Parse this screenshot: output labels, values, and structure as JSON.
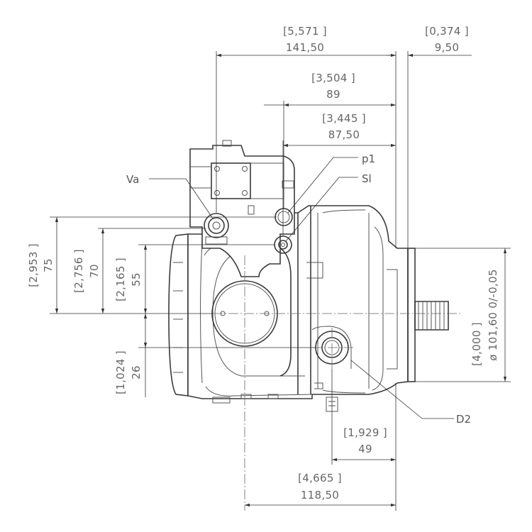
{
  "drawing": {
    "dimensions": {
      "width_overall": {
        "inch": "[5,571 ]",
        "mm": "141,50"
      },
      "flange": {
        "inch": "[0,374 ]",
        "mm": "9,50"
      },
      "port_p1": {
        "inch": "[3,504 ]",
        "mm": "89"
      },
      "port_sl": {
        "inch": "[3,445 ]",
        "mm": "87,50"
      },
      "height_va": {
        "inch": "[2,953 ]",
        "mm": "75"
      },
      "height_p1": {
        "inch": "[2,756 ]",
        "mm": "70"
      },
      "height_sl": {
        "inch": "[2,165 ]",
        "mm": "55"
      },
      "below_axis": {
        "inch": "[1,024 ]",
        "mm": "26"
      },
      "pilot_diameter": {
        "inch": "[4,000 ]",
        "mm": "ø 101,60  0/-0,05"
      },
      "drain_offset": {
        "inch": "[1,929 ]",
        "mm": "49"
      },
      "axis_to_flange": {
        "inch": "[4,665 ]",
        "mm": "118,50"
      }
    },
    "labels": {
      "va": "Va",
      "p1": "p1",
      "sl": "Sl",
      "d2": "D2"
    }
  }
}
